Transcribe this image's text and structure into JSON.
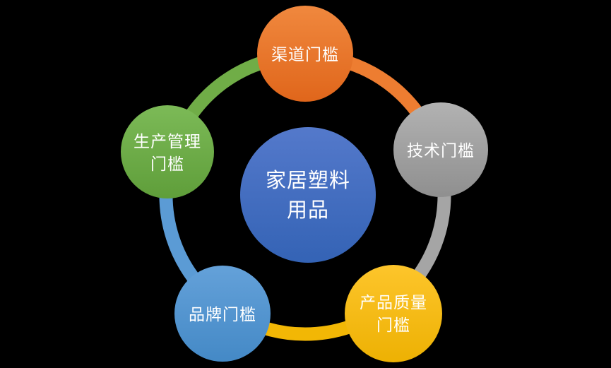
{
  "canvas": {
    "background_color": "#000000",
    "text_color": "#ffffff"
  },
  "diagram": {
    "type": "cycle",
    "center": {
      "id": "center-topic",
      "lines": [
        "家居塑料",
        "用品"
      ],
      "color": "#4472C4",
      "color_top": "#5479cb",
      "color_bottom": "#3463b5"
    },
    "nodes": [
      {
        "id": "channel",
        "lines": [
          "渠道门槛"
        ],
        "color": "#ED7D31",
        "color_top": "#f0883e",
        "color_bottom": "#e0661b"
      },
      {
        "id": "tech",
        "lines": [
          "技术门槛"
        ],
        "color": "#A5A5A5",
        "color_top": "#b2b2b2",
        "color_bottom": "#8f8f8f"
      },
      {
        "id": "quality",
        "lines": [
          "产品质量",
          "门槛"
        ],
        "color": "#F2B705",
        "color_top": "#fdc52b",
        "color_bottom": "#edb103"
      },
      {
        "id": "brand",
        "lines": [
          "品牌门槛"
        ],
        "color": "#5B9BD5",
        "color_top": "#64a1d9",
        "color_bottom": "#4489c6"
      },
      {
        "id": "production",
        "lines": [
          "生产管理",
          "门槛"
        ],
        "color": "#70AD47",
        "color_top": "#7cba57",
        "color_bottom": "#5f9e3a"
      }
    ]
  }
}
